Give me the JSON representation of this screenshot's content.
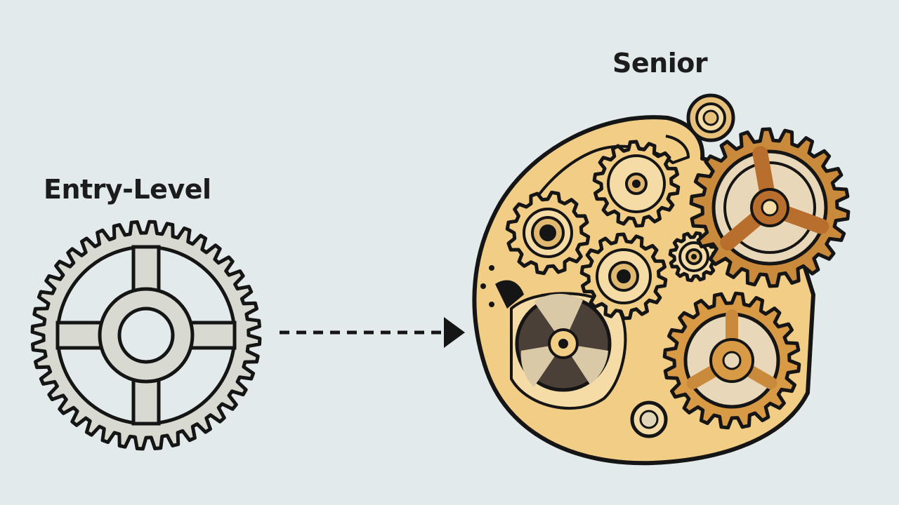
{
  "labels": {
    "entry": "Entry-Level",
    "senior": "Senior"
  },
  "icons": {
    "entry_gear": "simple-gear-icon",
    "arrow": "dashed-arrow",
    "senior_mechanism": "complex-gear-mechanism-icon"
  },
  "colors": {
    "background": "#e3eaec",
    "entry_gear_fill": "#d8d9d0",
    "outline": "#151515",
    "gold_body": "#f2cd86",
    "gold_light": "#f5dca6",
    "bronze": "#c98a3c",
    "copper": "#b86e2c",
    "dark_wheel": "#4a4038"
  }
}
